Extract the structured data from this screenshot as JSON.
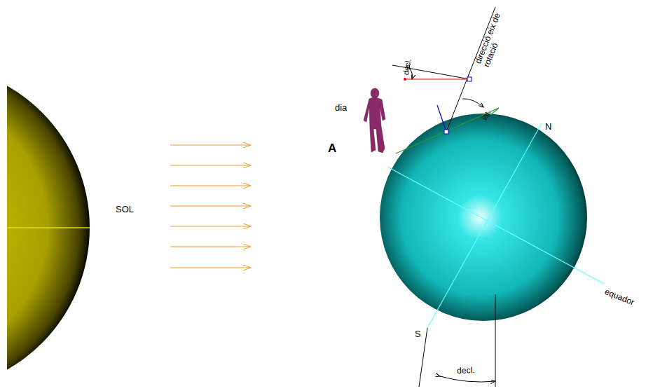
{
  "diagram": {
    "labels": [
      "SOL",
      "dia",
      "A",
      "direcció eix de rotació",
      "decl.",
      "lat.",
      "N",
      "S",
      "equador",
      "decl."
    ]
  }
}
